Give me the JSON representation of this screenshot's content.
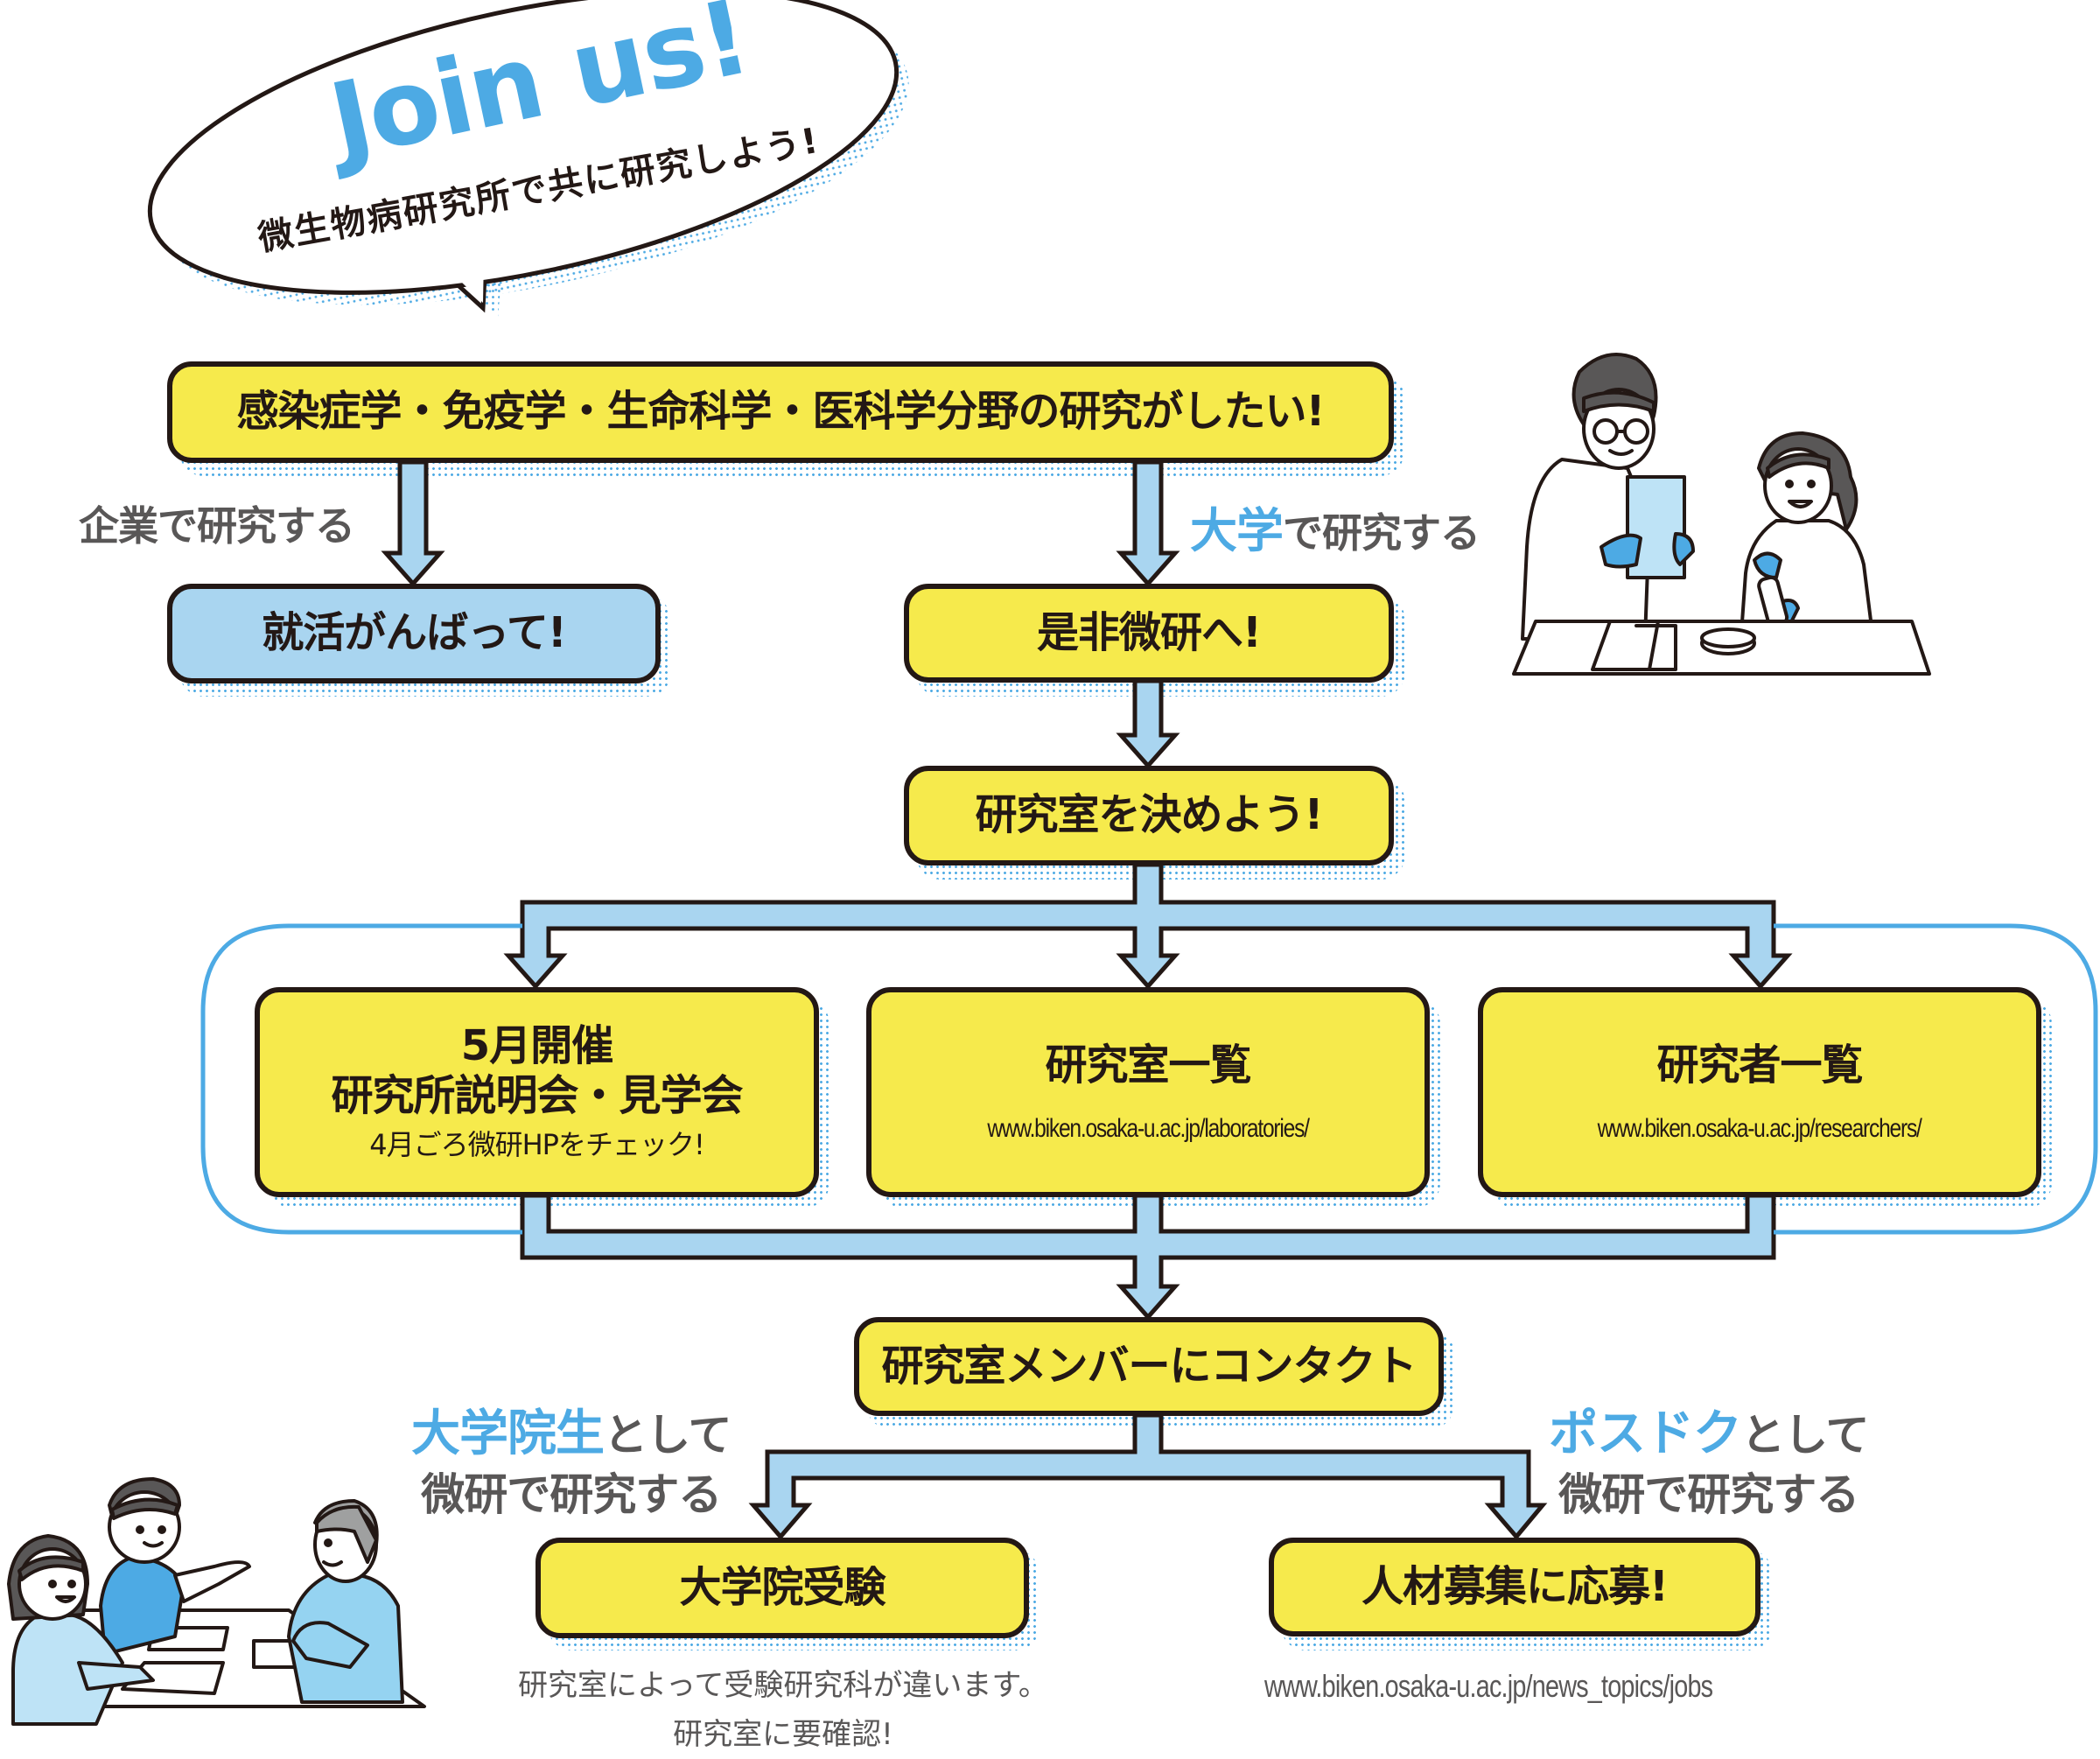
{
  "bubble": {
    "title": "Join us!",
    "subtitle": "微生物病研究所で共に研究しよう!"
  },
  "flow": {
    "start": "感染症学・免疫学・生命科学・医科学分野の研究がしたい!",
    "branch_company": {
      "label": "企業で研究する",
      "result": "就活がんばって!"
    },
    "branch_university": {
      "label_accent": "大学",
      "label_rest": "で研究する",
      "result": "是非微研へ!"
    },
    "choose_lab": "研究室を決めよう!",
    "options": [
      {
        "title_line1": "5月開催",
        "title_line2": "研究所説明会・見学会",
        "sub": "4月ごろ微研HPをチェック!"
      },
      {
        "title": "研究室一覧",
        "url": "www.biken.osaka-u.ac.jp/laboratories/"
      },
      {
        "title": "研究者一覧",
        "url": "www.biken.osaka-u.ac.jp/researchers/"
      }
    ],
    "contact": "研究室メンバーにコンタクト",
    "grad_path": {
      "label_accent": "大学院生",
      "label_rest": "として",
      "label_line2": "微研で研究する",
      "result": "大学院受験",
      "note_line1": "研究室によって受験研究科が違います。",
      "note_line2": "研究室に要確認!"
    },
    "postdoc_path": {
      "label_accent": "ポスドク",
      "label_rest": "として",
      "label_line2": "微研で研究する",
      "result": "人材募集に応募!",
      "url": "www.biken.osaka-u.ac.jp/news_topics/jobs"
    }
  },
  "illustrations": {
    "top_right": "scientists-illustration",
    "bottom_left": "meeting-illustration"
  },
  "colors": {
    "yellow": "#F6EA4C",
    "light_blue": "#A9D5F0",
    "accent_blue": "#4DAAE4",
    "outline": "#231815",
    "label_gray": "#595757"
  }
}
